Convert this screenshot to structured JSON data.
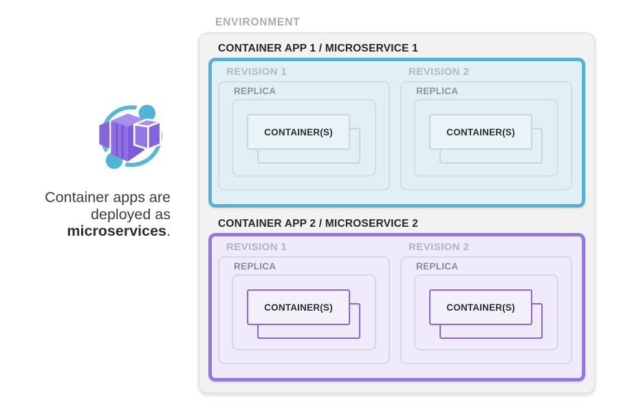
{
  "sidebar": {
    "icon": "container-apps-icon",
    "caption": {
      "line1": "Container apps are",
      "line2": "deployed as",
      "line3_bold": "microservices",
      "line3_suffix": "."
    },
    "icon_colors": {
      "orbit": "#57b7d8",
      "purple_dark": "#7e5bd8",
      "purple_mid": "#8e6ee2",
      "purple_light": "#a78fec"
    }
  },
  "environment": {
    "label": "ENVIRONMENT",
    "apps": [
      {
        "title": "CONTAINER APP 1 / MICROSERVICE 1",
        "accent": "#54b2d4",
        "tint": "#e1eff6",
        "line": "#d4dde2",
        "container_border": "#c9d5dc",
        "container_bg": "#eaf3f8",
        "revision_label_color": "#b2bac2",
        "replica_label_color": "#8c939b",
        "revisions": [
          {
            "label": "REVISION 1",
            "replica": {
              "label": "REPLICA",
              "container_label": "CONTAINER(S)"
            }
          },
          {
            "label": "REVISION 2",
            "replica": {
              "label": "REPLICA",
              "container_label": "CONTAINER(S)"
            }
          }
        ]
      },
      {
        "title": "CONTAINER APP 2 / MICROSERVICE 2",
        "accent": "#9377e4",
        "tint": "#efebfa",
        "line": "#dad5e4",
        "container_border": "#8a63e4",
        "container_bg": "#f3f0fc",
        "revision_label_color": "#b6b0c6",
        "replica_label_color": "#8d8799",
        "revisions": [
          {
            "label": "REVISION 1",
            "replica": {
              "label": "REPLICA",
              "container_label": "CONTAINER(S)"
            }
          },
          {
            "label": "REVISION 2",
            "replica": {
              "label": "REPLICA",
              "container_label": "CONTAINER(S)"
            }
          }
        ]
      }
    ]
  }
}
